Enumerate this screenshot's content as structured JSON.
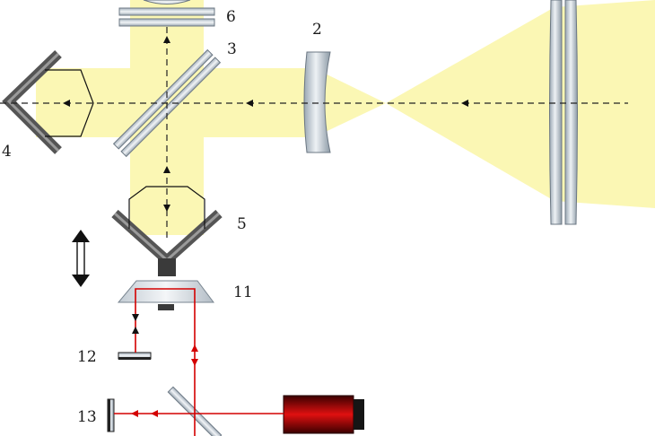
{
  "labels": {
    "l2": "2",
    "l3": "3",
    "l4": "4",
    "l5": "5",
    "l6": "6",
    "l11": "11",
    "l12": "12",
    "l13": "13"
  },
  "colors": {
    "beam": "#fbf7b4",
    "laser": "#d40000",
    "optics": "#b7c2cc",
    "mirror": "#5a5a5a",
    "dash": "#222222"
  }
}
